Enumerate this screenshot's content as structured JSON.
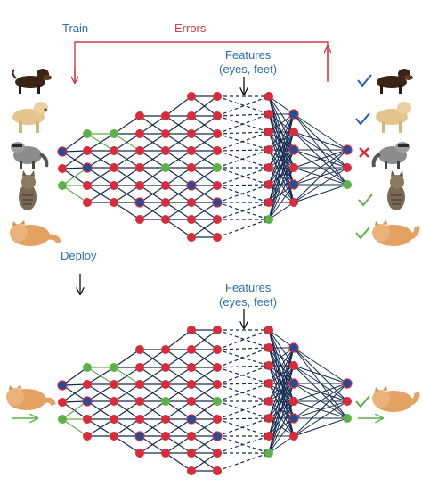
{
  "labels": {
    "train": "Train",
    "errors": "Errors",
    "deploy": "Deploy",
    "features_line1": "Features",
    "features_line2": "(eyes, feet)"
  },
  "colors": {
    "train_text": "#2a6fb0",
    "errors": "#d33a4a",
    "node_red": "#d92b3a",
    "node_blue": "#1d4f9a",
    "node_green": "#5cb246",
    "edge_navy": "#142a52",
    "edge_green": "#5cb246",
    "check_blue": "#1d5fa8",
    "check_green": "#5cb246",
    "cross_red": "#d92b3a",
    "arrow_green": "#5cb246"
  },
  "train_inputs": [
    "dachshund-icon",
    "labrador-icon",
    "raccoon-icon",
    "tabby-cat-icon",
    "persian-cat-icon"
  ],
  "train_results": [
    {
      "animal": "dachshund-icon",
      "mark": "check-blue"
    },
    {
      "animal": "labrador-icon",
      "mark": "check-blue"
    },
    {
      "animal": "raccoon-icon",
      "mark": "cross-red"
    },
    {
      "animal": "tabby-cat-icon",
      "mark": "check-green"
    },
    {
      "animal": "persian-cat-icon",
      "mark": "check-green"
    }
  ],
  "deploy_input": "persian-cat-icon",
  "deploy_result": {
    "animal": "persian-cat-icon",
    "mark": "check-green"
  }
}
